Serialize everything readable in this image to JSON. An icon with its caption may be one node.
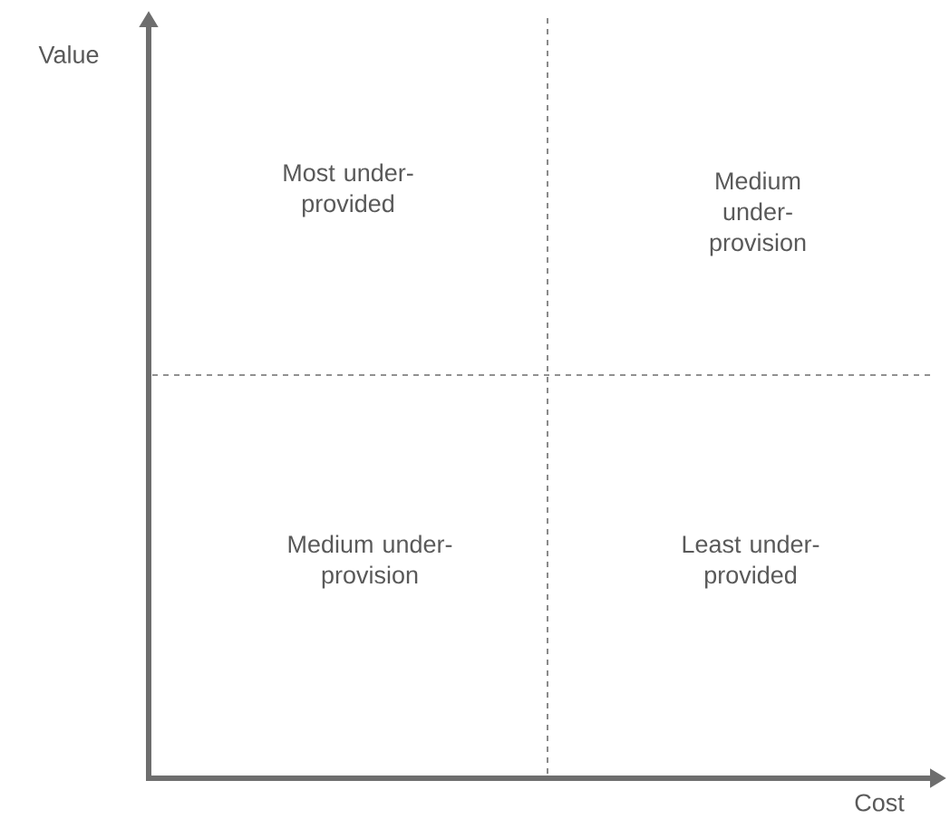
{
  "diagram": {
    "labels": [
      "Value",
      "Most under-provided",
      "Medium under-provision",
      "Medium under-provision",
      "Least under-provided",
      "Cost"
    ]
  }
}
